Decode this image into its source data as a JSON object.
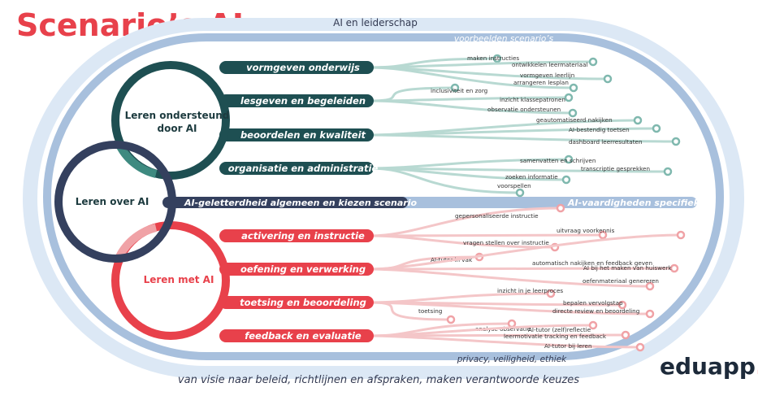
{
  "title": "Scenario’s AI",
  "brand": {
    "name": "eduapp",
    "dot": "."
  },
  "bands": {
    "outer": "AI en leiderschap",
    "inner_top": "voorbeelden scenario’s",
    "bottom_inner": "privacy, veiligheid, ethiek",
    "footer": "van visie naar beleid, richtlijnen en afspraken, maken verantwoorde keuzes"
  },
  "circles": {
    "top": "Leren ondersteund door AI",
    "top_line1": "Leren ondersteund",
    "top_line2": "door AI",
    "middle": "Leren over AI",
    "bottom": "Leren met AI"
  },
  "middle_bar": {
    "left": "AI-geletterdheid algemeen en kiezen scenario",
    "right": "AI-vaardigheden specifiek"
  },
  "groups": [
    {
      "label": "vormgeven onderwijs",
      "leaves": [
        "maken instructies",
        "ontwikkelen leermateriaal",
        "vormgeven leerlijn",
        "arrangeren lesplan"
      ]
    },
    {
      "label": "lesgeven en begeleiden",
      "leaves": [
        "inclusiviteit en zorg",
        "inzicht klassepatronen",
        "observatie ondersteunen"
      ]
    },
    {
      "label": "beoordelen en kwaliteit",
      "leaves": [
        "geautomatiseerd nakijken",
        "AI-bestendig toetsen",
        "dashboard leerresultaten"
      ]
    },
    {
      "label": "organisatie en administratie",
      "leaves": [
        "samenvatten en schrijven",
        "transcriptie gesprekken",
        "zoeken informatie",
        "voorspellen"
      ]
    },
    {
      "label": "activering en instructie",
      "leaves": [
        "gepersonaliseerde instructie",
        "uitvraag voorkennis",
        "vragen stellen over instructie"
      ]
    },
    {
      "label": "oefening en verwerking",
      "leaves": [
        "AI-tutor in vak",
        "automatisch nakijken en feedback geven",
        "AI bij het maken van huiswerk",
        "oefenmateriaal genereren"
      ]
    },
    {
      "label": "toetsing en beoordeling",
      "leaves": [
        "inzicht in je leerproces",
        "bepalen vervolgstap",
        "directe review en beoordeling",
        "toetsing"
      ]
    },
    {
      "label": "feedback en evaluatie",
      "leaves": [
        "analyse observatie",
        "AI-tutor (zelf)reflectie",
        "leermotivatie tracking en feedback",
        "AI-tutor bij leren"
      ]
    }
  ],
  "colors": {
    "red": "#e8414b",
    "teal": "#1e4f52",
    "teal_light": "#3e8a80",
    "navy": "#34405e",
    "band": "#a8c0dd",
    "band_light": "#dde7f3",
    "pink_light": "#f4c6c8",
    "teal_leaf": "#b8d9d2"
  }
}
